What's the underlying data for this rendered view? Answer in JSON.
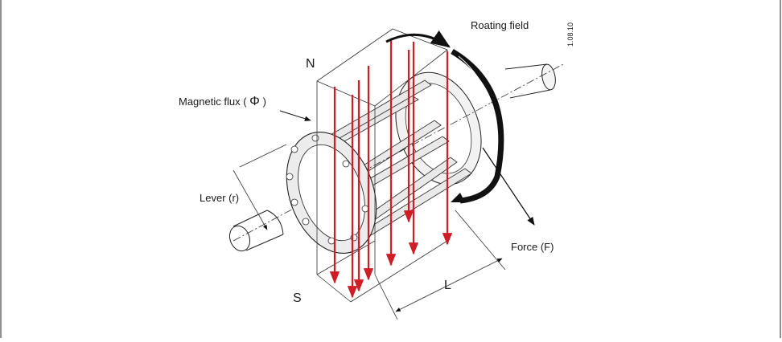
{
  "labels": {
    "rotating_field": "Roating field",
    "code": "1.08.10",
    "north": "N",
    "south": "S",
    "flux_prefix": "Magnetic flux (",
    "flux_symbol": "Φ",
    "flux_suffix": ")",
    "lever": "Lever (r)",
    "force": "Force (F)",
    "length": "L"
  },
  "colors": {
    "flux_lines": "#d01c24",
    "outline": "#222222",
    "rotor_fill": "#e9e9e9",
    "frame": "#333333"
  }
}
